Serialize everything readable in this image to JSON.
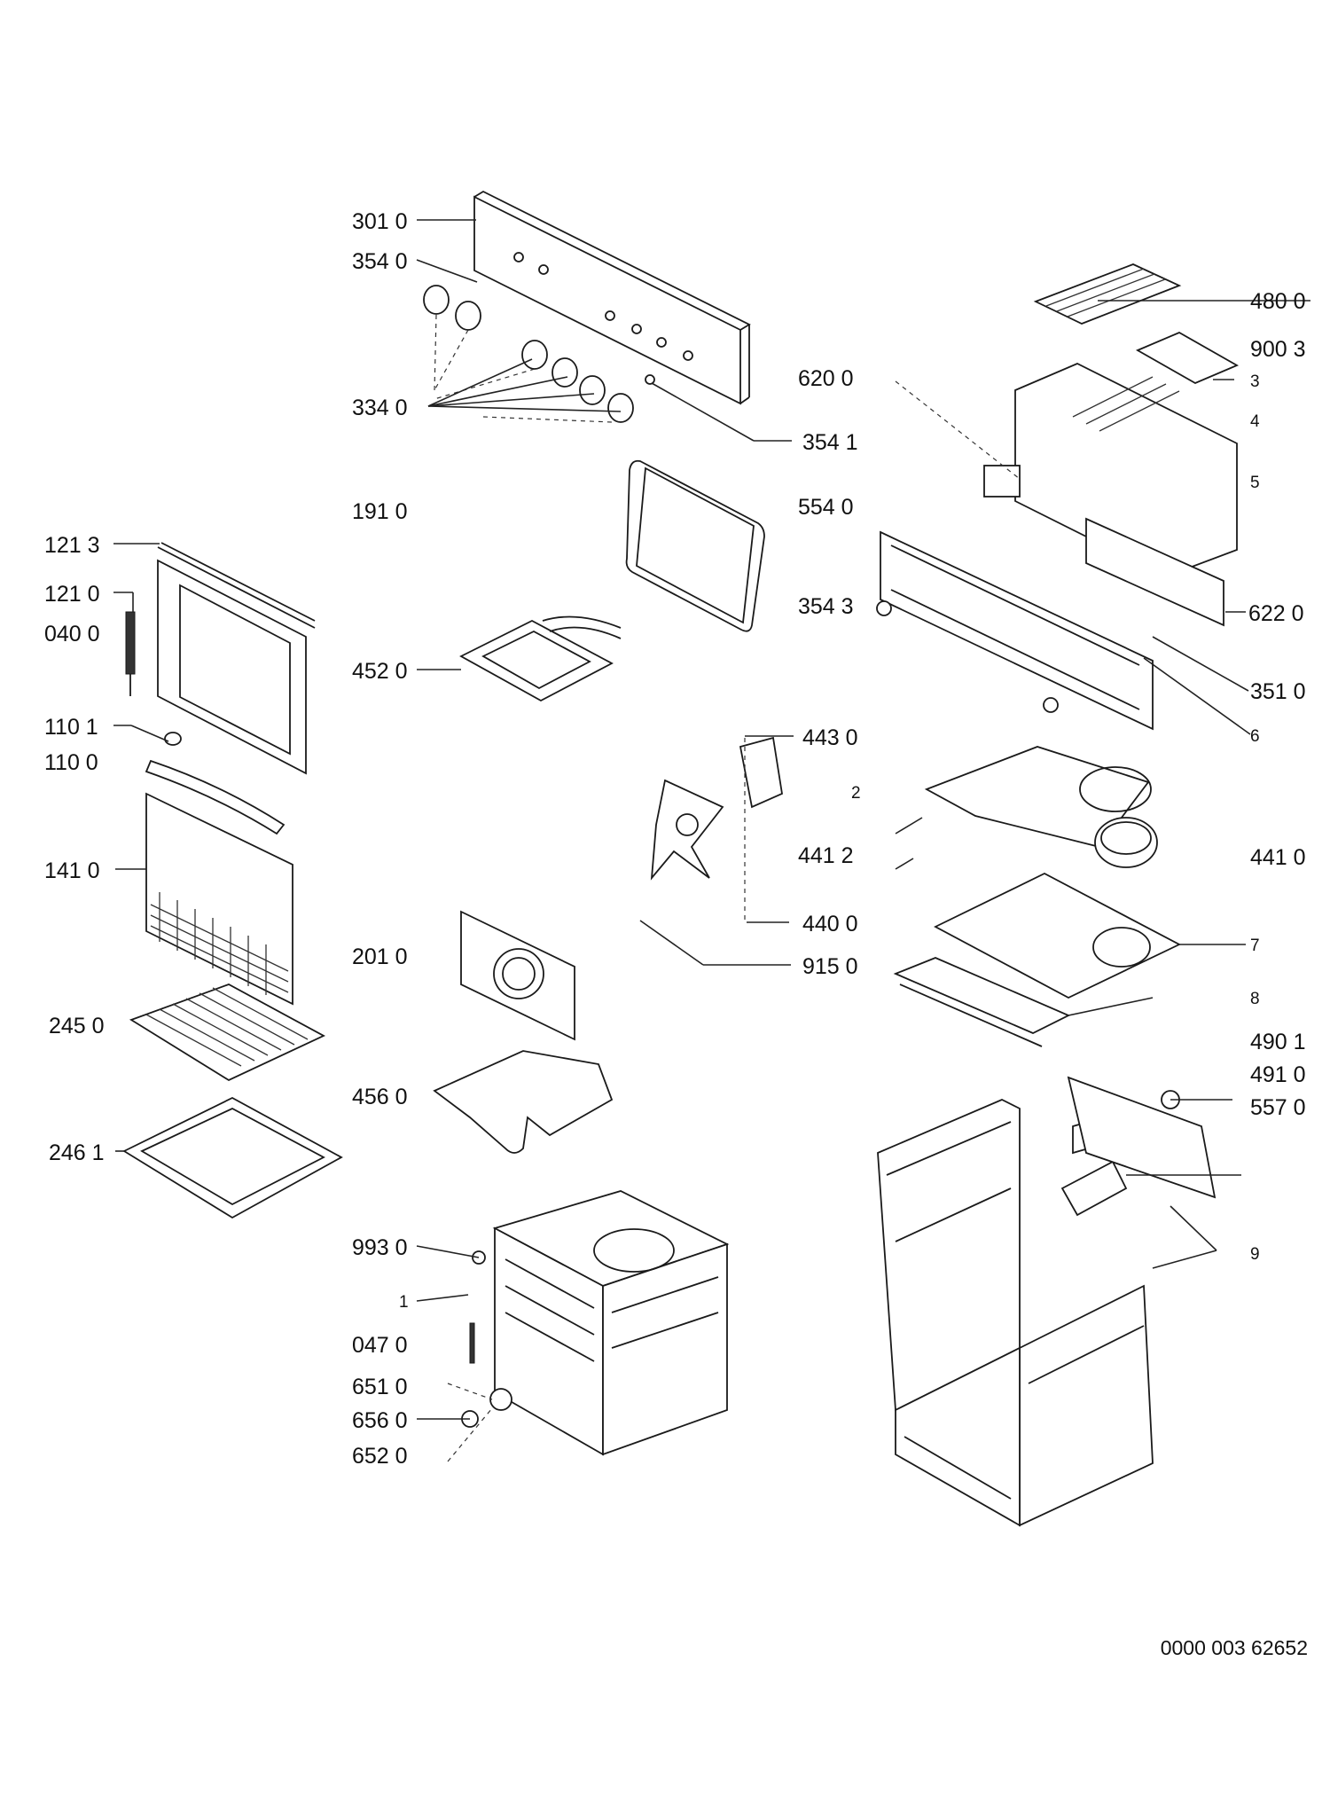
{
  "labels": {
    "l3010": "301 0",
    "l3540": "354 0",
    "l3340": "334 0",
    "l3541": "354 1",
    "l1910": "191 0",
    "l1213": "121 3",
    "l1210": "121 0",
    "l0400": "040 0",
    "l1101": "110 1",
    "l1100": "110 0",
    "l1410": "141 0",
    "l2450": "245 0",
    "l2461": "246 1",
    "l4520": "452 0",
    "l5540": "554 0",
    "l3543": "354 3",
    "l6200": "620 0",
    "l4800": "480 0",
    "l9003": "900 3",
    "l3": "3",
    "l4": "4",
    "l5": "5",
    "l6220": "622 0",
    "l3510": "351 0",
    "l6": "6",
    "l4430": "443 0",
    "l2": "2",
    "l4412": "441 2",
    "l4410": "441 0",
    "l4400": "440 0",
    "l9150": "915 0",
    "l2010": "201 0",
    "l7": "7",
    "l8": "8",
    "l4901": "490 1",
    "l4910": "491 0",
    "l5570": "557 0",
    "l4560": "456 0",
    "l9930": "993 0",
    "l1": "1",
    "l0470": "047 0",
    "l6510": "651 0",
    "l6560": "656 0",
    "l6520": "652 0",
    "l9": "9"
  },
  "drawing_number": "0000 003 62652"
}
